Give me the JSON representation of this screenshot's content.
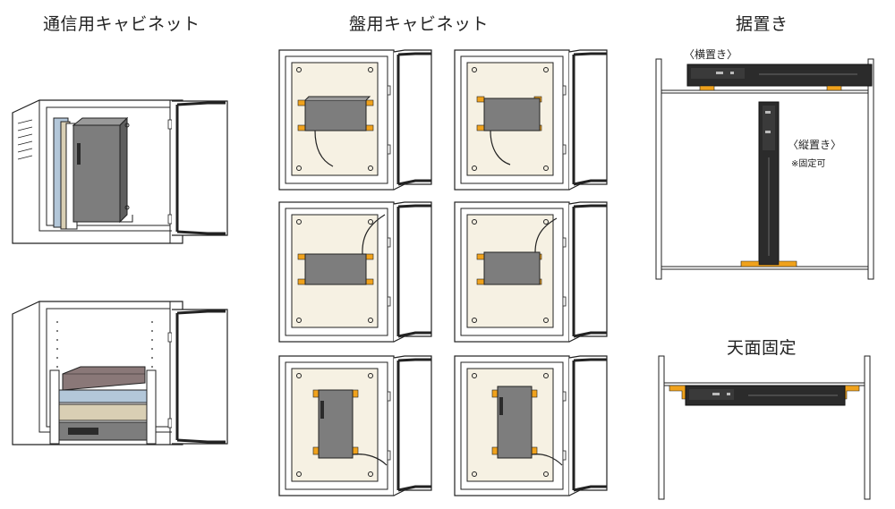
{
  "sections": {
    "comm_cabinet": {
      "title": "通信用キャビネット"
    },
    "panel_cabinet": {
      "title": "盤用キャビネット"
    },
    "standalone": {
      "title": "据置き",
      "horizontal_label": "〈横置き〉",
      "vertical_label": "〈縦置き〉",
      "vertical_note": "※固定可"
    },
    "ceiling_mount": {
      "title": "天面固定"
    }
  },
  "colors": {
    "outline": "#222222",
    "panel_fill": "#f6f1e3",
    "device_grey": "#7d7d7d",
    "device_dark": "#2b2b2b",
    "bracket_orange": "#f0a21c",
    "shelf_purple": "#8a7878",
    "shelf_blue": "#b3c7d9",
    "shelf_beige": "#d9cfb4",
    "white": "#ffffff"
  },
  "icons": [
    "cabinet-drawing",
    "door-drawing",
    "device-drawing",
    "bracket-drawing"
  ]
}
